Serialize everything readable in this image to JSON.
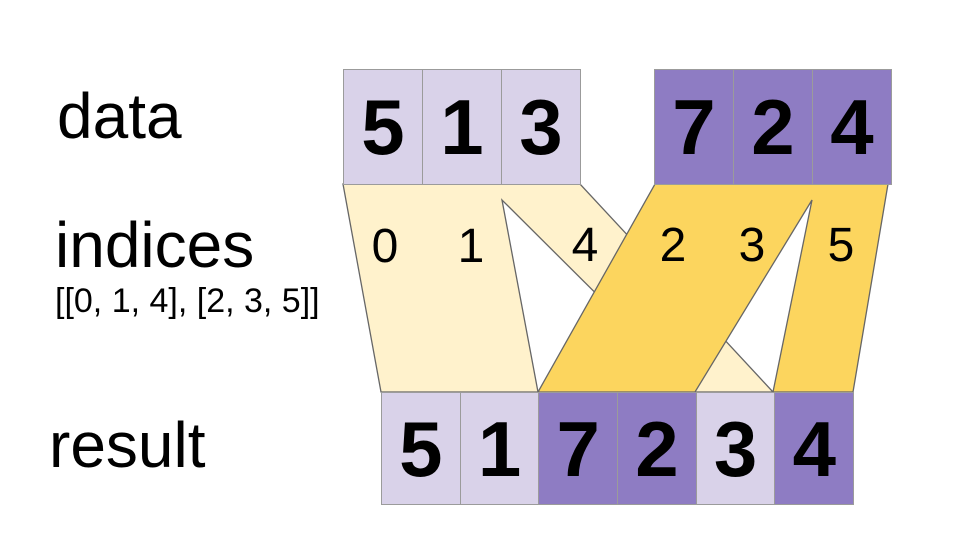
{
  "labels": {
    "data": "data",
    "indices": "indices",
    "indices_value": "[[0, 1, 4], [2, 3, 5]]",
    "result": "result"
  },
  "data_row": {
    "groups": [
      {
        "values": [
          "5",
          "1",
          "3"
        ]
      },
      {
        "values": [
          "7",
          "2",
          "4"
        ]
      }
    ]
  },
  "index_bands": [
    {
      "values": [
        "0",
        "1",
        "4"
      ]
    },
    {
      "values": [
        "2",
        "3",
        "5"
      ]
    }
  ],
  "result_row": {
    "values": [
      "5",
      "1",
      "7",
      "2",
      "3",
      "4"
    ],
    "sources": [
      0,
      0,
      1,
      1,
      0,
      1
    ]
  },
  "colors": {
    "background": "#ffffff",
    "text": "#000000",
    "cell_light": "#d9d2e9",
    "cell_dark": "#8e7cc3",
    "band_light": "#fff2cc",
    "band_dark": "#fcd55e",
    "cell_border": "#9b9b9b",
    "band_border": "#666666"
  }
}
